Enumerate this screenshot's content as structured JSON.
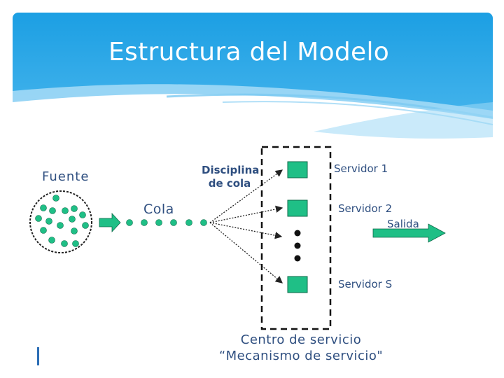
{
  "slide": {
    "title": "Estructura del Modelo"
  },
  "diagram": {
    "source_label": "Fuente",
    "queue_label": "Cola",
    "discipline_label_line1": "Disciplina",
    "discipline_label_line2": "de cola",
    "servers": [
      "Servidor 1",
      "Servidor 2",
      "Servidor S"
    ],
    "exit_label": "Salida",
    "service_center_line1": "Centro de servicio",
    "service_center_line2": "“Mecanismo de servicio\""
  },
  "colors": {
    "header_blue": "#1aa0e6",
    "header_light": "#8fd2f5",
    "teal": "#1fbf86",
    "label_blue": "#2f4f80",
    "dark": "#222222"
  }
}
